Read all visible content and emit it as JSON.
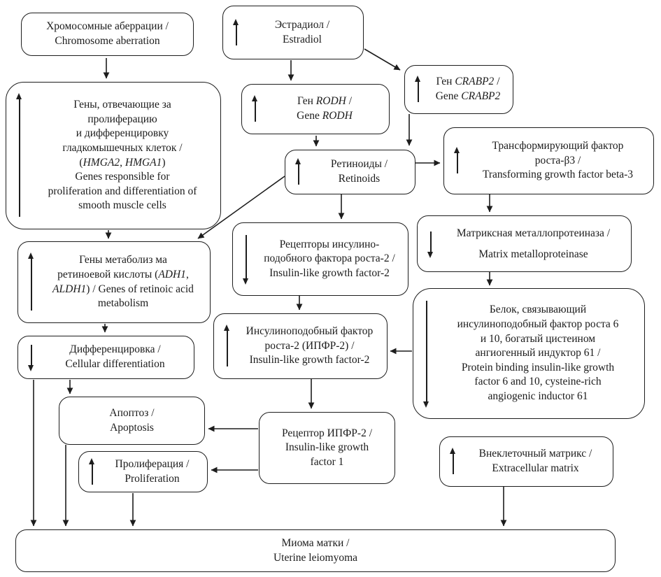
{
  "colors": {
    "line": "#1d1d1d",
    "background": "#ffffff",
    "text": "#1b1b1b"
  },
  "nodes": {
    "chromosome_aberration": {
      "arrow": null,
      "lines": [
        "Хромосомные аберрации /",
        "Chromosome aberration"
      ]
    },
    "estradiol": {
      "arrow": "up",
      "lines": [
        "Эстрадиол /",
        "Estradiol"
      ]
    },
    "gene_crabp2": {
      "arrow": "up",
      "lines": [
        [
          {
            "t": "Ген "
          },
          {
            "t": "CRABP2",
            "i": true
          },
          {
            "t": " /"
          }
        ],
        [
          {
            "t": "Gene "
          },
          {
            "t": "CRABP2",
            "i": true
          }
        ]
      ]
    },
    "gene_rodh": {
      "arrow": "up",
      "lines": [
        [
          {
            "t": "Ген "
          },
          {
            "t": "RODH",
            "i": true
          },
          {
            "t": " /"
          }
        ],
        [
          {
            "t": "Gene "
          },
          {
            "t": "RODH",
            "i": true
          }
        ]
      ]
    },
    "genes_proliferation": {
      "arrow": "up-tall",
      "lines": [
        "Гены, отвечающие за",
        "пролиферацию",
        "и дифференцировку",
        "гладкомышечных клеток /",
        [
          {
            "t": "("
          },
          {
            "t": "HMGA2",
            "i": true
          },
          {
            "t": ", "
          },
          {
            "t": "HMGA1",
            "i": true
          },
          {
            "t": ")"
          }
        ],
        "Genes responsible for",
        "proliferation and differentiation of",
        "smooth muscle cells"
      ]
    },
    "retinoids": {
      "arrow": "up",
      "lines": [
        "Ретиноиды /",
        "Retinoids"
      ]
    },
    "tgf_beta3": {
      "arrow": "up",
      "lines": [
        "Трансформирующий фактор",
        "роста-β3 /",
        "Transforming growth factor beta-3"
      ]
    },
    "mmp": {
      "arrow": "down",
      "lines": [
        "Матриксная металлопротеиназа /",
        "Matrix metalloproteinase"
      ]
    },
    "igf2_receptors": {
      "arrow": "down-tall",
      "lines": [
        "Рецепторы инсулино-",
        "подобного фактора роста-2 /",
        "Insulin-like growth factor-2"
      ]
    },
    "retinoic_acid_genes": {
      "arrow": "up-tall",
      "lines": [
        "Гены метаболиз ма",
        [
          {
            "t": "ретиноевой кислоты ("
          },
          {
            "t": "ADH1",
            "i": true
          },
          {
            "t": ","
          }
        ],
        [
          {
            "t": "ALDH1",
            "i": true
          },
          {
            "t": ") / Genes of retinoic acid"
          }
        ],
        "metabolism"
      ]
    },
    "igf2": {
      "arrow": "up-tall",
      "lines": [
        "Инсулиноподобный фактор",
        "роста-2 (ИПФР-2) /",
        "Insulin-like growth factor-2"
      ]
    },
    "protein_binding": {
      "arrow": "down-tall",
      "lines": [
        "Белок, связывающий",
        "инсулиноподобный фактор роста 6",
        "и 10, богатый цистеином",
        "ангиогенный индуктор 61 /",
        "Protein binding insulin-like growth",
        "factor 6 and 10, cysteine-rich",
        "angiogenic inductor 61"
      ]
    },
    "differentiation": {
      "arrow": "down",
      "lines": [
        "Дифференцировка /",
        "Cellular differentiation"
      ]
    },
    "apoptosis": {
      "arrow": null,
      "lines": [
        "Апоптоз /",
        "Apoptosis"
      ]
    },
    "proliferation": {
      "arrow": "up",
      "lines": [
        "Пролиферация /",
        "Proliferation"
      ]
    },
    "igf2_receptor": {
      "arrow": null,
      "lines": [
        "Рецептор ИПФР-2 /",
        "Insulin-like growth",
        "factor 1"
      ]
    },
    "ecm": {
      "arrow": "up",
      "lines": [
        "Внеклеточный матрикс /",
        "Extracellular matrix"
      ]
    },
    "uterine_leiomyoma": {
      "arrow": null,
      "lines": [
        "Миома матки /",
        "Uterine leiomyoma"
      ]
    }
  },
  "edges": [
    {
      "from": "chromosome_aberration",
      "to": "genes_proliferation"
    },
    {
      "from": "estradiol",
      "to": "gene_rodh"
    },
    {
      "from": "estradiol",
      "to": "gene_crabp2"
    },
    {
      "from": "gene_rodh",
      "to": "retinoids"
    },
    {
      "from": "gene_crabp2",
      "to": "retinoids"
    },
    {
      "from": "retinoids",
      "to": "tgf_beta3"
    },
    {
      "from": "retinoids",
      "to": "igf2_receptors"
    },
    {
      "from": "retinoids",
      "to": "retinoic_acid_genes"
    },
    {
      "from": "genes_proliferation",
      "to": "retinoic_acid_genes"
    },
    {
      "from": "tgf_beta3",
      "to": "mmp"
    },
    {
      "from": "mmp",
      "to": "protein_binding"
    },
    {
      "from": "protein_binding",
      "to": "igf2"
    },
    {
      "from": "igf2_receptors",
      "to": "igf2"
    },
    {
      "from": "retinoic_acid_genes",
      "to": "differentiation"
    },
    {
      "from": "igf2",
      "to": "igf2_receptor"
    },
    {
      "from": "igf2_receptor",
      "to": "apoptosis"
    },
    {
      "from": "igf2_receptor",
      "to": "proliferation"
    },
    {
      "from": "differentiation",
      "to": "apoptosis"
    },
    {
      "from": "differentiation",
      "to": "uterine_leiomyoma"
    },
    {
      "from": "apoptosis",
      "to": "uterine_leiomyoma"
    },
    {
      "from": "proliferation",
      "to": "uterine_leiomyoma"
    },
    {
      "from": "ecm",
      "to": "uterine_leiomyoma"
    }
  ]
}
